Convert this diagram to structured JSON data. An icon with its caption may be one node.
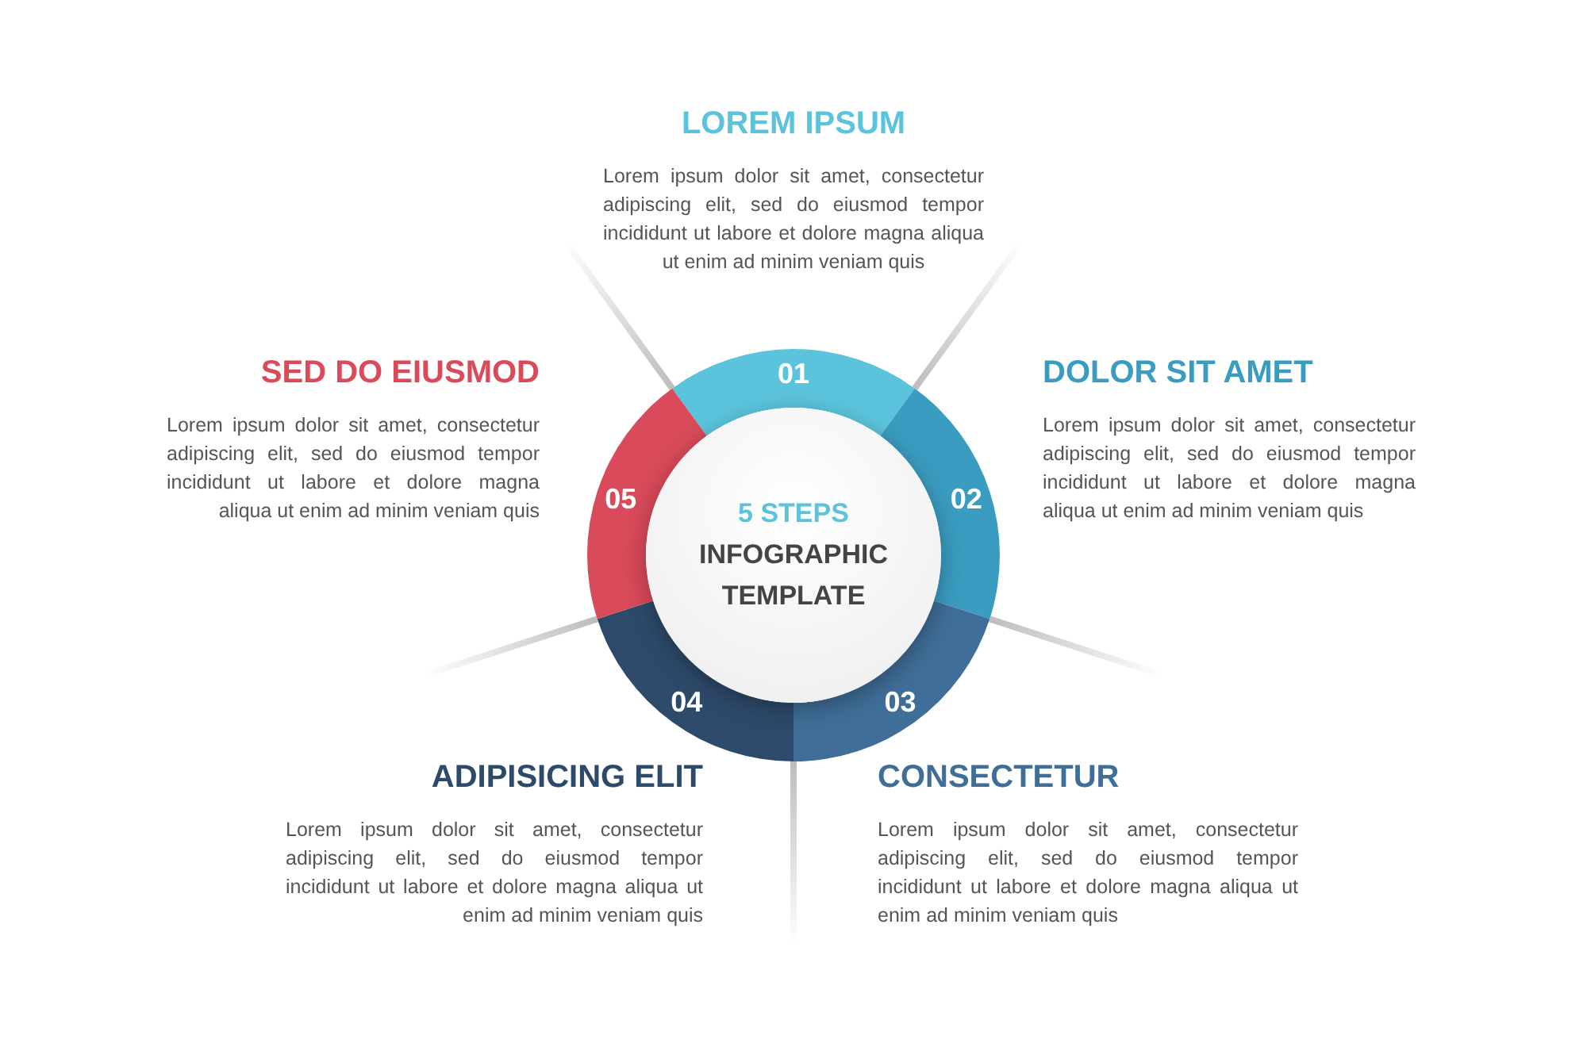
{
  "diagram": {
    "nodes": [
      {
        "text": [
          "5 STEPS",
          "INFOGRAPHIC TEMPLATE"
        ]
      },
      {
        "text": [
          "01"
        ],
        "beside": [
          "LOREM IPSUM",
          "Lorem ipsum dolor sit amet, consectetur adipiscing elit, sed do eiusmod tempor incididunt ut labore et dolore magna aliqua ut enim ad minim veniam quis"
        ]
      },
      {
        "text": [
          "02"
        ],
        "beside": [
          "DOLOR SIT AMET",
          "Lorem ipsum dolor sit amet, consectetur adipiscing elit, sed do eiusmod tempor incididunt ut labore et dolore magna aliqua ut enim ad minim veniam quis"
        ]
      },
      {
        "text": [
          "03"
        ],
        "beside": [
          "CONSECTETUR",
          "Lorem ipsum dolor sit amet, consectetur adipiscing elit, sed do eiusmod tempor incididunt ut labore et dolore magna aliqua ut enim ad minim veniam quis"
        ]
      },
      {
        "text": [
          "04"
        ],
        "beside": [
          "ADIPISICING ELIT",
          "Lorem ipsum dolor sit amet, consectetur adipiscing elit, sed do eiusmod tempor incididunt ut labore et dolore magna aliqua ut enim ad minim veniam quis"
        ]
      },
      {
        "text": [
          "05"
        ],
        "beside": [
          "SED DO EIUSMOD",
          "Lorem ipsum dolor sit amet, consectetur adipiscing elit, sed do eiusmod tempor incididunt ut labore et dolore magna aliqua ut enim ad minim veniam quis"
        ]
      }
    ]
  }
}
